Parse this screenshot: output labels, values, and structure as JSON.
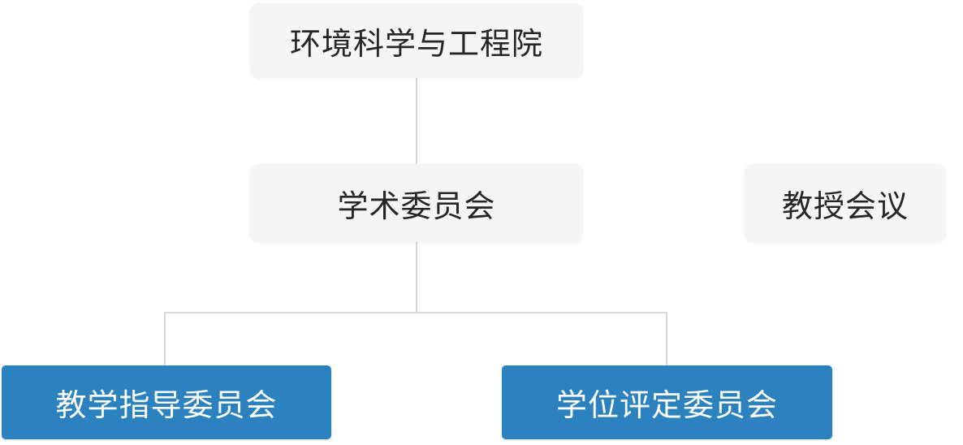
{
  "diagram": {
    "type": "org-chart",
    "title": "",
    "nodes": [
      {
        "id": "root",
        "label": "环境科学与工程院",
        "style": "light"
      },
      {
        "id": "academic-committee",
        "label": "学术委员会",
        "style": "light"
      },
      {
        "id": "professor-meeting",
        "label": "教授会议",
        "style": "light"
      },
      {
        "id": "teaching-guidance-committee",
        "label": "教学指导委员会",
        "style": "blue"
      },
      {
        "id": "degree-evaluation-committee",
        "label": "学位评定委员会",
        "style": "blue"
      }
    ],
    "edges": [
      {
        "from": "root",
        "to": "academic-committee"
      },
      {
        "from": "academic-committee",
        "to": "teaching-guidance-committee"
      },
      {
        "from": "academic-committee",
        "to": "degree-evaluation-committee"
      }
    ]
  },
  "colors": {
    "background": "#ffffff",
    "node_light_bg": "#f5f5f5",
    "node_light_text": "#262626",
    "node_blue_bg": "#2b82be",
    "node_blue_text": "#ffffff",
    "connector_line": "#d6d6d6"
  }
}
